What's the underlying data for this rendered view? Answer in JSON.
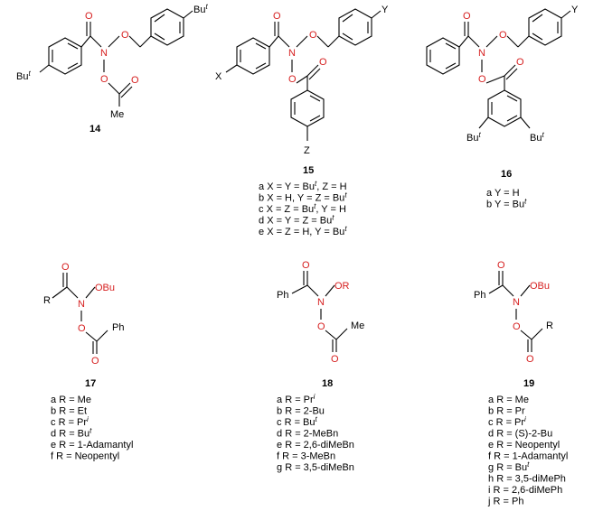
{
  "colors": {
    "heteroatom": "#d62020",
    "bond": "#000000"
  },
  "compounds": [
    {
      "id": "14",
      "atoms": {
        "O_carbonyl": "O",
        "N": "N",
        "O_ether": "O",
        "O_ester": "O",
        "O_ester2": "O",
        "sub_tr": "Bu",
        "sup_tr": "t",
        "sub_left": "Bu",
        "sup_left": "t",
        "me": "Me"
      }
    },
    {
      "id": "15",
      "atoms": {
        "O_carbonyl": "O",
        "N": "N",
        "O_ether": "O",
        "O_ester": "O",
        "O_ester2": "O",
        "X": "X",
        "Y": "Y",
        "Z": "Z"
      },
      "variants": [
        {
          "letter": "a",
          "text": "X = Y = Bu",
          "sup": "t",
          "tail": ", Z = H"
        },
        {
          "letter": "b",
          "text": "X = H,  Y = Z = Bu",
          "sup": "t",
          "tail": ""
        },
        {
          "letter": "c",
          "text": "X = Z = Bu",
          "sup": "t",
          "tail": ", Y = H"
        },
        {
          "letter": "d",
          "text": "X = Y = Z = Bu",
          "sup": "t",
          "tail": ""
        },
        {
          "letter": "e",
          "text": "X = Z = H,  Y = Bu",
          "sup": "t",
          "tail": ""
        }
      ]
    },
    {
      "id": "16",
      "atoms": {
        "O_carbonyl": "O",
        "N": "N",
        "O_ether": "O",
        "O_ester": "O",
        "O_ester2": "O",
        "Y": "Y",
        "but_l": "Bu",
        "sup_l": "t",
        "but_r": "Bu",
        "sup_r": "t"
      },
      "variants": [
        {
          "letter": "a",
          "text": "Y = H",
          "sup": "",
          "tail": ""
        },
        {
          "letter": "b",
          "text": "Y = Bu",
          "sup": "t",
          "tail": ""
        }
      ]
    },
    {
      "id": "17",
      "atoms": {
        "O_carbonyl": "O",
        "N": "N",
        "O_ether": "OBu",
        "O_ester": "O",
        "O_ester2": "O",
        "R": "R",
        "Ph": "Ph"
      },
      "variants": [
        {
          "letter": "a",
          "text": "R = Me",
          "sup": "",
          "tail": ""
        },
        {
          "letter": "b",
          "text": "R = Et",
          "sup": "",
          "tail": ""
        },
        {
          "letter": "c",
          "text": "R = Pr",
          "sup": "i",
          "tail": ""
        },
        {
          "letter": "d",
          "text": "R = Bu",
          "sup": "t",
          "tail": ""
        },
        {
          "letter": "e",
          "text": "R = 1-Adamantyl",
          "sup": "",
          "tail": ""
        },
        {
          "letter": "f",
          "text": "R = Neopentyl",
          "sup": "",
          "tail": ""
        }
      ]
    },
    {
      "id": "18",
      "atoms": {
        "O_carbonyl": "O",
        "N": "N",
        "O_ether": "OR",
        "O_ester": "O",
        "O_ester2": "O",
        "Ph": "Ph",
        "Me": "Me"
      },
      "variants": [
        {
          "letter": "a",
          "text": "R = Pr",
          "sup": "i",
          "tail": ""
        },
        {
          "letter": "b",
          "text": "R = 2-Bu",
          "sup": "",
          "tail": ""
        },
        {
          "letter": "c",
          "text": "R = Bu",
          "sup": "t",
          "tail": ""
        },
        {
          "letter": "d",
          "text": "R = 2-MeBn",
          "sup": "",
          "tail": ""
        },
        {
          "letter": "e",
          "text": "R = 2,6-diMeBn",
          "sup": "",
          "tail": ""
        },
        {
          "letter": "f",
          "text": "R = 3-MeBn",
          "sup": "",
          "tail": ""
        },
        {
          "letter": "g",
          "text": "R = 3,5-diMeBn",
          "sup": "",
          "tail": ""
        }
      ]
    },
    {
      "id": "19",
      "atoms": {
        "O_carbonyl": "O",
        "N": "N",
        "O_ether": "OBu",
        "O_ester": "O",
        "O_ester2": "O",
        "Ph": "Ph",
        "R": "R"
      },
      "variants": [
        {
          "letter": "a",
          "text": "R = Me",
          "sup": "",
          "tail": ""
        },
        {
          "letter": "b",
          "text": "R = Pr",
          "sup": "",
          "tail": ""
        },
        {
          "letter": "c",
          "text": "R = Pr",
          "sup": "i",
          "tail": ""
        },
        {
          "letter": "d",
          "text": "R = (S)-2-Bu",
          "sup": "",
          "tail": ""
        },
        {
          "letter": "e",
          "text": "R = Neopentyl",
          "sup": "",
          "tail": ""
        },
        {
          "letter": "f",
          "text": "R = 1-Adamantyl",
          "sup": "",
          "tail": ""
        },
        {
          "letter": "g",
          "text": "R = Bu",
          "sup": "t",
          "tail": ""
        },
        {
          "letter": "h",
          "text": "R = 3,5-diMePh",
          "sup": "",
          "tail": ""
        },
        {
          "letter": "i",
          "text": "R = 2,6-diMePh",
          "sup": "",
          "tail": ""
        },
        {
          "letter": "j",
          "text": "R = Ph",
          "sup": "",
          "tail": ""
        }
      ]
    }
  ]
}
